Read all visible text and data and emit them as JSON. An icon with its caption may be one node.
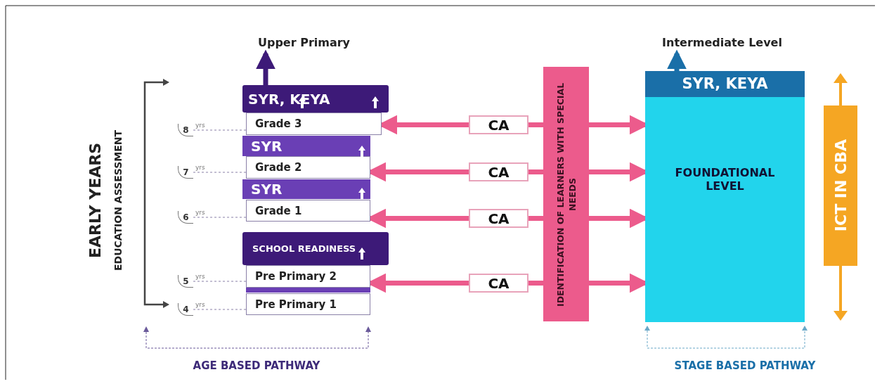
{
  "diagram": {
    "nodes": [
      {
        "text": [
          "Upper Primary"
        ]
      },
      {
        "text": [
          "SYR, KEYA"
        ]
      },
      {
        "text": [
          "8"
        ],
        "beside": [
          "yrs"
        ]
      },
      {
        "text": [
          "Grade 3"
        ]
      },
      {
        "text": [
          "SYR"
        ]
      },
      {
        "text": [
          "7"
        ],
        "beside": [
          "yrs"
        ]
      },
      {
        "text": [
          "Grade 2"
        ]
      },
      {
        "text": [
          "SYR"
        ]
      },
      {
        "text": [
          "6"
        ],
        "beside": [
          "yrs"
        ]
      },
      {
        "text": [
          "Grade 1"
        ]
      },
      {
        "text": [
          "SCHOOL READINESS"
        ]
      },
      {
        "text": [
          "5"
        ],
        "beside": [
          "yrs"
        ]
      },
      {
        "text": [
          "Pre Primary 2"
        ]
      },
      {
        "text": [
          "4"
        ],
        "beside": [
          "yrs"
        ]
      },
      {
        "text": [
          "Pre Primary 1"
        ]
      },
      {
        "text": [
          "CA"
        ]
      },
      {
        "text": [
          "CA"
        ]
      },
      {
        "text": [
          "CA"
        ]
      },
      {
        "text": [
          "CA"
        ]
      },
      {
        "text": [
          "IDENTIFICATION OF LEARNERS WITH SPECIAL NEEDS"
        ]
      },
      {
        "text": [
          "Intermediate Level"
        ]
      },
      {
        "text": [
          "SYR, KEYA",
          "FOUNDATIONAL LEVEL"
        ]
      },
      {
        "text": [
          "ICT IN CBA"
        ]
      }
    ],
    "edges": [
      {
        "from": 1,
        "to": 0,
        "arrow": "to",
        "color": "#3d1a78"
      },
      {
        "from": 2,
        "to": 3,
        "arrow": "none",
        "style": "dashed",
        "color": "#8a80a8"
      },
      {
        "from": 5,
        "to": 6,
        "arrow": "none",
        "style": "dashed",
        "color": "#8a80a8"
      },
      {
        "from": 8,
        "to": 9,
        "arrow": "none",
        "style": "dashed",
        "color": "#8a80a8"
      },
      {
        "from": 11,
        "to": 12,
        "arrow": "none",
        "style": "dashed",
        "color": "#8a80a8"
      },
      {
        "from": 13,
        "to": 14,
        "arrow": "none",
        "style": "dashed",
        "color": "#8a80a8"
      },
      {
        "from": 15,
        "to": 3,
        "arrow": "to"
      },
      {
        "from": 15,
        "to": 19,
        "arrow": "none"
      },
      {
        "from": 19,
        "to": 21,
        "arrow": "to"
      },
      {
        "from": 16,
        "to": 6,
        "arrow": "to"
      },
      {
        "from": 16,
        "to": 19,
        "arrow": "none"
      },
      {
        "from": 19,
        "to": 21,
        "arrow": "to"
      },
      {
        "from": 17,
        "to": 9,
        "arrow": "to"
      },
      {
        "from": 17,
        "to": 19,
        "arrow": "none"
      },
      {
        "from": 19,
        "to": 21,
        "arrow": "to"
      },
      {
        "from": 18,
        "to": 12,
        "arrow": "to"
      },
      {
        "from": 18,
        "to": 19,
        "arrow": "none"
      },
      {
        "from": 19,
        "to": 21,
        "arrow": "to"
      },
      {
        "from": 21,
        "to": 20,
        "arrow": "to",
        "color": "#1a6fa8"
      }
    ],
    "labels": [
      "EARLY YEARS",
      "EDUCATION ASSESSMENT",
      "AGE BASED PATHWAY",
      "STAGE BASED PATHWAY"
    ]
  }
}
